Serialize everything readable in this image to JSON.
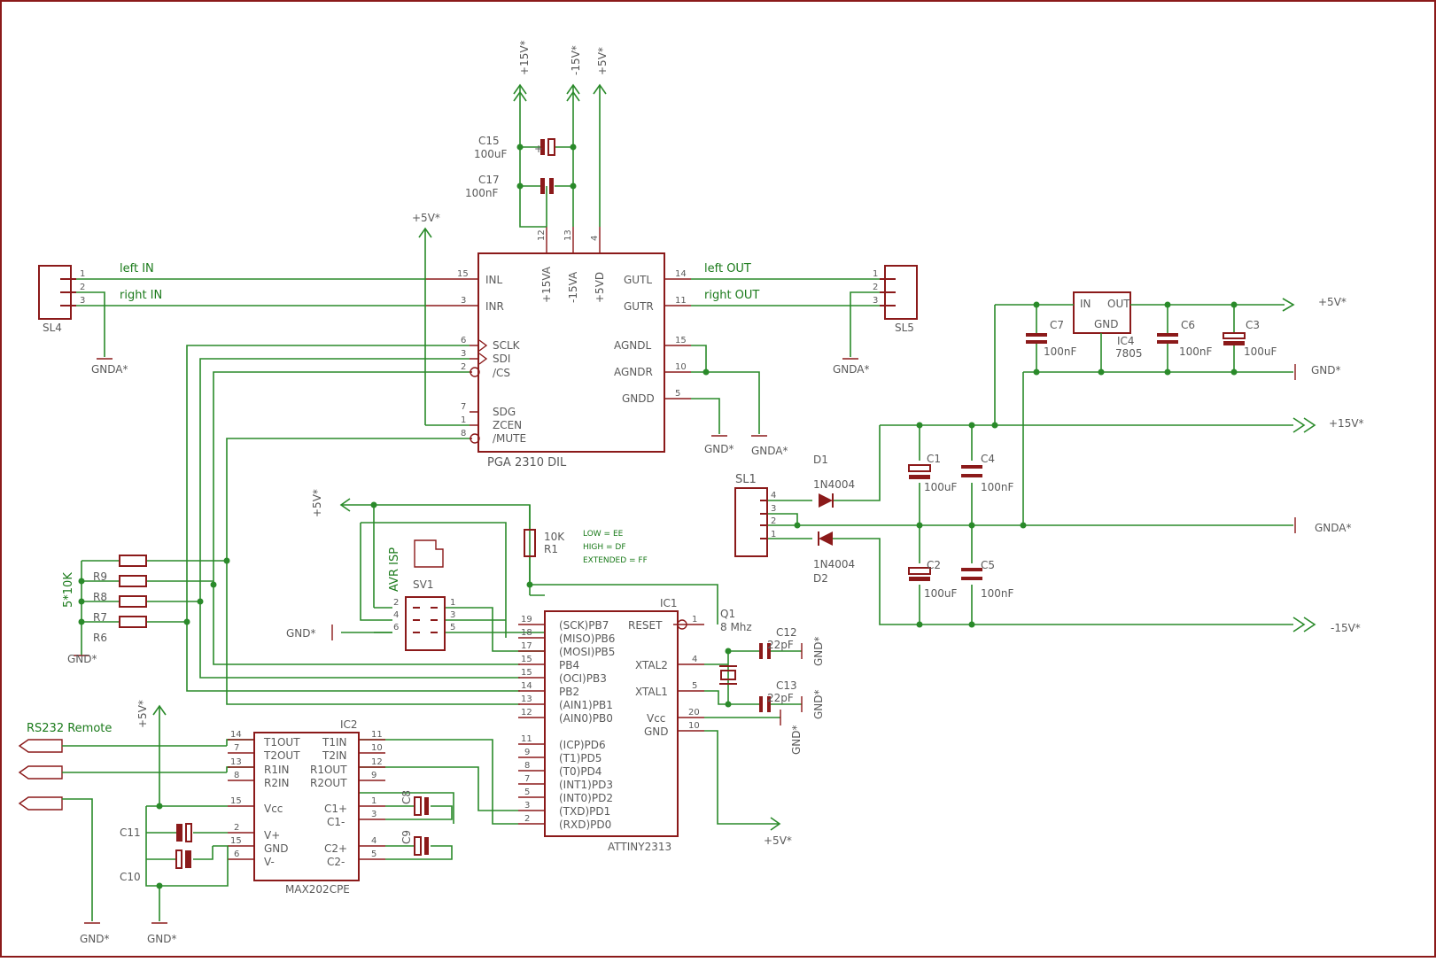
{
  "u_pga": {
    "name": "PGA 2310 DIL",
    "pins_left": [
      "INL",
      "INR",
      "SCLK",
      "SDI",
      "/CS",
      "SDG",
      "ZCEN",
      "/MUTE"
    ],
    "pins_left_num": [
      "15",
      "3",
      "6",
      "3",
      "2",
      "7",
      "1",
      "8"
    ],
    "pins_top": [
      "+15VA",
      "-15VA",
      "+5VD"
    ],
    "pins_top_num": [
      "12",
      "13",
      "4"
    ],
    "pins_right": [
      "GUTL",
      "GUTR",
      "AGNDL",
      "AGNDR",
      "GNDD"
    ],
    "pins_right_num": [
      "14",
      "11",
      "15",
      "10",
      "5"
    ]
  },
  "u_mcu": {
    "ref": "IC1",
    "name": "ATTINY2313",
    "pins_left": [
      "(SCK)PB7",
      "(MISO)PB6",
      "(MOSI)PB5",
      "PB4",
      "(OCI)PB3",
      "PB2",
      "(AIN1)PB1",
      "(AIN0)PB0",
      "(ICP)PD6",
      "(T1)PD5",
      "(T0)PD4",
      "(INT1)PD3",
      "(INT0)PD2",
      "(TXD)PD1",
      "(RXD)PD0"
    ],
    "pins_left_num": [
      "19",
      "18",
      "17",
      "15",
      "15",
      "14",
      "13",
      "12",
      "11",
      "9",
      "8",
      "7",
      "5",
      "3",
      "2"
    ],
    "pins_right": [
      "RESET",
      "XTAL2",
      "XTAL1",
      "Vcc",
      "GND"
    ],
    "pins_right_num": [
      "1",
      "4",
      "5",
      "20",
      "10"
    ]
  },
  "u_max": {
    "ref": "IC2",
    "name": "MAX202CPE",
    "pins_left": [
      "T1OUT",
      "T2OUT",
      "R1IN",
      "R2IN",
      "Vcc",
      "V+",
      "GND",
      "V-"
    ],
    "pins_left_num": [
      "14",
      "7",
      "13",
      "8",
      "15",
      "2",
      "15",
      "6"
    ],
    "pins_right": [
      "T1IN",
      "T2IN",
      "R1OUT",
      "R2OUT",
      "C1+",
      "C1-",
      "C2+",
      "C2-"
    ],
    "pins_right_num": [
      "11",
      "10",
      "12",
      "9",
      "1",
      "3",
      "4",
      "5"
    ]
  },
  "u_reg": {
    "ref": "IC4",
    "value": "7805",
    "pin_in": "IN",
    "pin_out": "OUT",
    "pin_gnd": "GND"
  },
  "connectors": {
    "sl4": "SL4",
    "sl5": "SL5",
    "sl1": "SL1",
    "sv1": "SV1",
    "sv1_label": "AVR ISP",
    "pin1": "1",
    "pin2": "2",
    "pin3": "3",
    "pin4": "4",
    "pin5": "5",
    "pin6": "6"
  },
  "nets": {
    "left_in": "left IN",
    "right_in": "right IN",
    "left_out": "left OUT",
    "right_out": "right OUT",
    "rs232": "RS232 Remote",
    "resnet": "5*10K",
    "p5": "+5V*",
    "p15": "+15V*",
    "m15": "-15V*",
    "gnd": "GND*",
    "gnda": "GNDA*"
  },
  "parts": {
    "c15": "C15",
    "c15v": "100uF",
    "c17": "C17",
    "c17v": "100nF",
    "c7": "C7",
    "c7v": "100nF",
    "c6": "C6",
    "c6v": "100nF",
    "c3": "C3",
    "c3v": "100uF",
    "c1": "C1",
    "c1v": "100uF",
    "c4": "C4",
    "c4v": "100nF",
    "c2": "C2",
    "c2v": "100uF",
    "c5": "C5",
    "c5v": "100nF",
    "d1": "D1",
    "d1v": "1N4004",
    "d2": "D2",
    "d2v": "1N4004",
    "r1": "R1",
    "r1v": "10K",
    "r9": "R9",
    "r8": "R8",
    "r7": "R7",
    "r6": "R6",
    "q1": "Q1",
    "q1v": "8 Mhz",
    "c12": "C12",
    "c13": "C13",
    "c12v": "22pF",
    "c13v": "22pF",
    "c11": "C11",
    "c10": "C10",
    "c8": "C8",
    "c9": "C9"
  },
  "fuses": {
    "low": "LOW = EE",
    "high": "HIGH = DF",
    "ext": "EXTENDED = FF"
  },
  "colors": {
    "part": "#8b1a1a",
    "wire": "#2a8a2a",
    "text": "#5a5a5a",
    "net": "#1a7a1a",
    "frame": "#8b1a1a"
  }
}
